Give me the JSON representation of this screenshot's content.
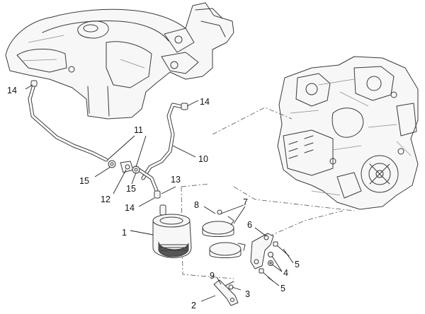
{
  "callouts": [
    {
      "id": "c14a",
      "text": "14"
    },
    {
      "id": "c14b",
      "text": "14"
    },
    {
      "id": "c14c",
      "text": "14"
    },
    {
      "id": "c11",
      "text": "11"
    },
    {
      "id": "c10",
      "text": "10"
    },
    {
      "id": "c13",
      "text": "13"
    },
    {
      "id": "c15a",
      "text": "15"
    },
    {
      "id": "c15b",
      "text": "15"
    },
    {
      "id": "c12",
      "text": "12"
    },
    {
      "id": "c1",
      "text": "1"
    },
    {
      "id": "c8",
      "text": "8"
    },
    {
      "id": "c7",
      "text": "7"
    },
    {
      "id": "c6",
      "text": "6"
    },
    {
      "id": "c4",
      "text": "4"
    },
    {
      "id": "c5a",
      "text": "5"
    },
    {
      "id": "c5b",
      "text": "5"
    },
    {
      "id": "c9",
      "text": "9"
    },
    {
      "id": "c3",
      "text": "3"
    },
    {
      "id": "c2",
      "text": "2"
    }
  ]
}
